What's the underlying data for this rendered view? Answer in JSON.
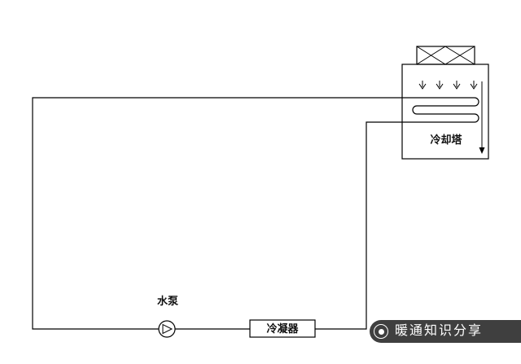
{
  "diagram": {
    "type": "cooling-water-loop-schematic",
    "components": {
      "cooling_tower": {
        "label": "冷却塔"
      },
      "pump": {
        "label": "水泵"
      },
      "condenser": {
        "label": "冷凝器"
      }
    },
    "colors": {
      "line": "#000000",
      "background": "#ffffff"
    }
  },
  "watermark": {
    "text": "暖通知识分享",
    "background": "#3f3f3f",
    "text_color": "#ffffff"
  }
}
